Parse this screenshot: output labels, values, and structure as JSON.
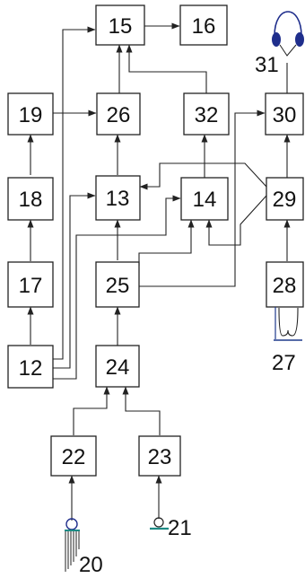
{
  "blocks": {
    "b15": "15",
    "b16": "16",
    "b19": "19",
    "b26": "26",
    "b32": "32",
    "b30": "30",
    "b18": "18",
    "b13": "13",
    "b14": "14",
    "b29": "29",
    "b17": "17",
    "b25": "25",
    "b28": "28",
    "b12": "12",
    "b24": "24",
    "b22": "22",
    "b23": "23"
  },
  "components": {
    "headphones": "31",
    "coil": "27",
    "knob": "21",
    "tuning_fork": "20"
  },
  "colors": {
    "line": "#222222",
    "headphone_blue": "#1f2e8c",
    "coil_blue": "#1f3a8c",
    "teal": "#1d8a84"
  }
}
